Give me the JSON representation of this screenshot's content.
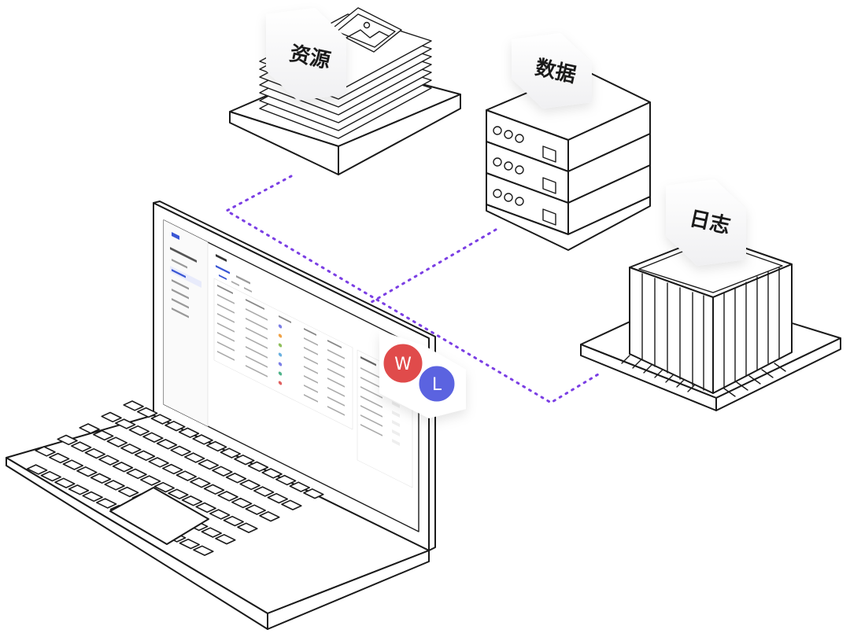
{
  "nodes": {
    "resources": {
      "label": "资源"
    },
    "data": {
      "label": "数据"
    },
    "logs": {
      "label": "日志"
    }
  },
  "badges": {
    "w": {
      "letter": "W",
      "color": "#e04b4b"
    },
    "l": {
      "letter": "L",
      "color": "#5b63e0"
    }
  },
  "colors": {
    "connector": "#7b3fe4",
    "outline": "#1a1a1a"
  }
}
